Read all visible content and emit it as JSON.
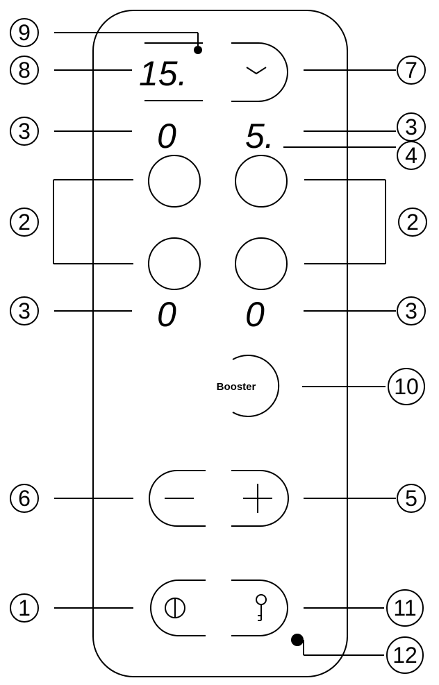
{
  "callouts": {
    "c1": "1",
    "c2_left": "2",
    "c2_right": "2",
    "c3_tl": "3",
    "c3_tr": "3",
    "c3_bl": "3",
    "c3_br": "3",
    "c4": "4",
    "c5": "5",
    "c6": "6",
    "c7": "7",
    "c8": "8",
    "c9": "9",
    "c10": "10",
    "c11": "11",
    "c12": "12"
  },
  "displays": {
    "timer": "15.",
    "zone_tl": "0",
    "zone_tr": "5.",
    "zone_bl": "0",
    "zone_br": "0"
  },
  "buttons": {
    "booster_label": "Booster"
  },
  "icons": {
    "timer_select": "chevron-down-icon",
    "minus": "minus-icon",
    "plus": "plus-icon",
    "power": "power-icon",
    "lock": "key-icon"
  }
}
